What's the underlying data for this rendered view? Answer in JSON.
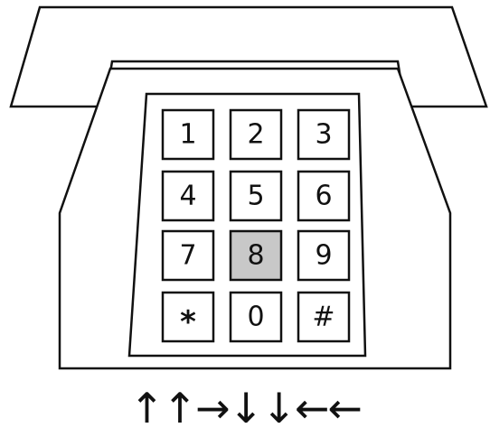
{
  "keypad": {
    "keys": [
      {
        "label": "1",
        "highlighted": false
      },
      {
        "label": "2",
        "highlighted": false
      },
      {
        "label": "3",
        "highlighted": false
      },
      {
        "label": "4",
        "highlighted": false
      },
      {
        "label": "5",
        "highlighted": false
      },
      {
        "label": "6",
        "highlighted": false
      },
      {
        "label": "7",
        "highlighted": false
      },
      {
        "label": "8",
        "highlighted": true
      },
      {
        "label": "9",
        "highlighted": false
      },
      {
        "label": "*",
        "highlighted": false
      },
      {
        "label": "0",
        "highlighted": false
      },
      {
        "label": "#",
        "highlighted": false
      }
    ],
    "highlight_color": "#c8c8c8"
  },
  "arrows": [
    "↑",
    "↑",
    "→",
    "↓",
    "↓",
    "←",
    "←"
  ]
}
